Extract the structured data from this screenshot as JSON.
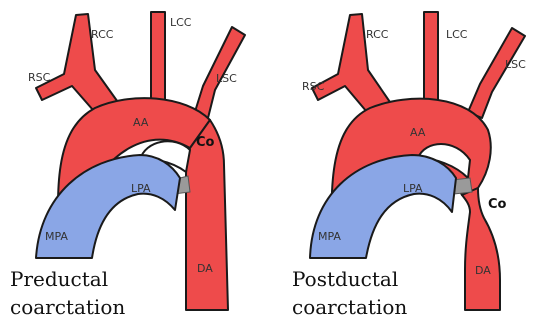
{
  "colors": {
    "aorta": "#ee4b4b",
    "pulmonary": "#8aa6e6",
    "ductus": "#9a9a9a",
    "outline": "#1a1a1a"
  },
  "panels": [
    {
      "labels": {
        "rcc": "RCC",
        "lcc": "LCC",
        "rsc": "RSC",
        "lsc": "LSC",
        "aa": "AA",
        "co": "Co",
        "lpa": "LPA",
        "mpa": "MPA",
        "da": "DA"
      },
      "caption_line1": "Preductal",
      "caption_line2": "coarctation"
    },
    {
      "labels": {
        "rcc": "RCC",
        "lcc": "LCC",
        "rsc": "RSC",
        "lsc": "LSC",
        "aa": "AA",
        "co": "Co",
        "lpa": "LPA",
        "mpa": "MPA",
        "da": "DA"
      },
      "caption_line1": "Postductal",
      "caption_line2": "coarctation"
    }
  ]
}
